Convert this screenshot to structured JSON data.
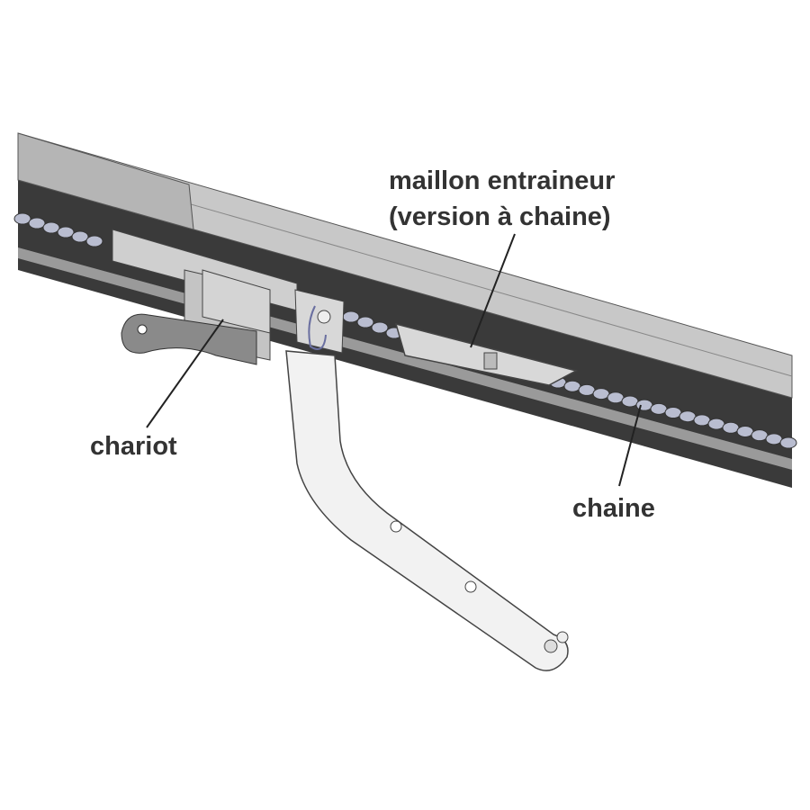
{
  "labels": {
    "drive_link_line1": "maillon entraineur",
    "drive_link_line2": "(version à chaine)",
    "carriage": "chariot",
    "chain": "chaine"
  },
  "colors": {
    "rail_light": "#c8c8c8",
    "rail_dark": "#3a3a3a",
    "chain": "#b9bdd0",
    "arm": "#f2f2f2",
    "text": "#333333"
  }
}
